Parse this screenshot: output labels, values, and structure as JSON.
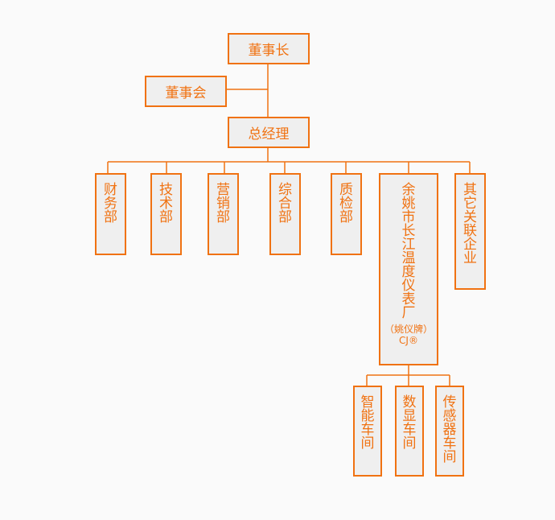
{
  "accent_color": "#f07212",
  "box_fill": "#efefef",
  "chairman": "董事长",
  "board": "董事会",
  "general_manager": "总经理",
  "departments": [
    "财务部",
    "技术部",
    "营销部",
    "综合部",
    "质检部"
  ],
  "factory": {
    "name": "余姚市长江温度仪表厂",
    "brand": "（姚仪牌）",
    "mark": "CJ®"
  },
  "affiliates": "其它关联企业",
  "workshops": [
    "智能车间",
    "数显车间",
    "传感器车间"
  ]
}
